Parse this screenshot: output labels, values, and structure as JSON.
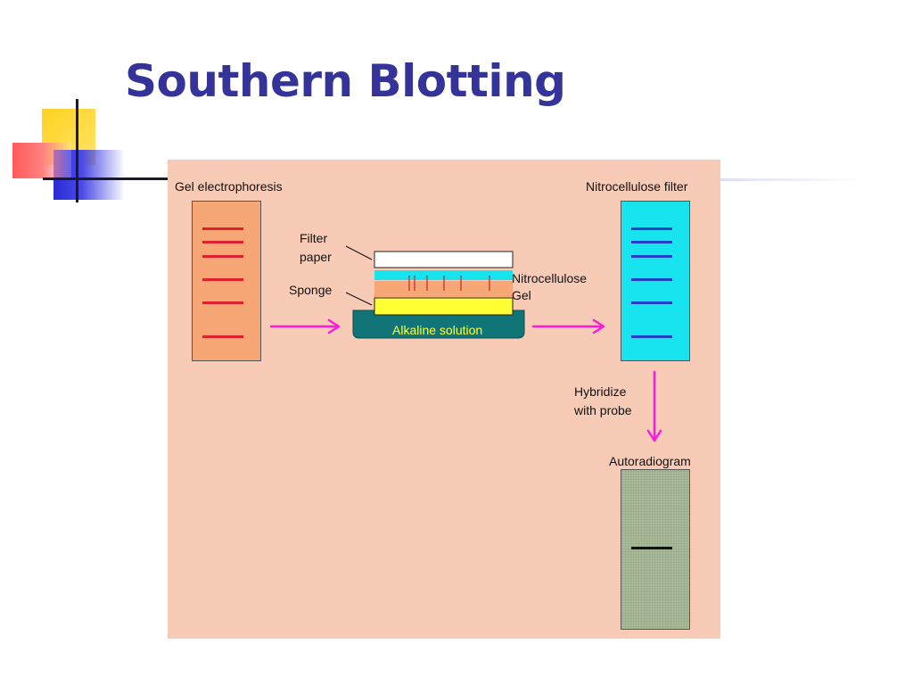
{
  "title": "Southern Blotting",
  "labels": {
    "gel_electrophoresis": "Gel electrophoresis",
    "nitrocellulose_filter": "Nitrocellulose filter",
    "filter": "Filter",
    "paper": "paper",
    "sponge": "Sponge",
    "nitrocellulose": "Nitrocellulose",
    "gel": "Gel",
    "alkaline_solution": "Alkaline  solution",
    "hybridize": "Hybridize",
    "with_probe": "with probe",
    "autoradiogram": "Autoradiogram"
  },
  "colors": {
    "title": "#333399",
    "diagram_background": "#f8cbb7",
    "gel": "#f7a775",
    "gel_bands": "#e0202a",
    "nitrocellulose": "#17e4ef",
    "nitro_bands": "#2340c8",
    "autoradiogram": "#a9bb98",
    "arrows": "#ff1ad9",
    "sponge": "#ffff33",
    "tray": "#117577",
    "alkaline_text": "#ffff33"
  },
  "gel_band_count": 6,
  "nitro_band_count": 6,
  "autoradiogram_band_count": 1
}
